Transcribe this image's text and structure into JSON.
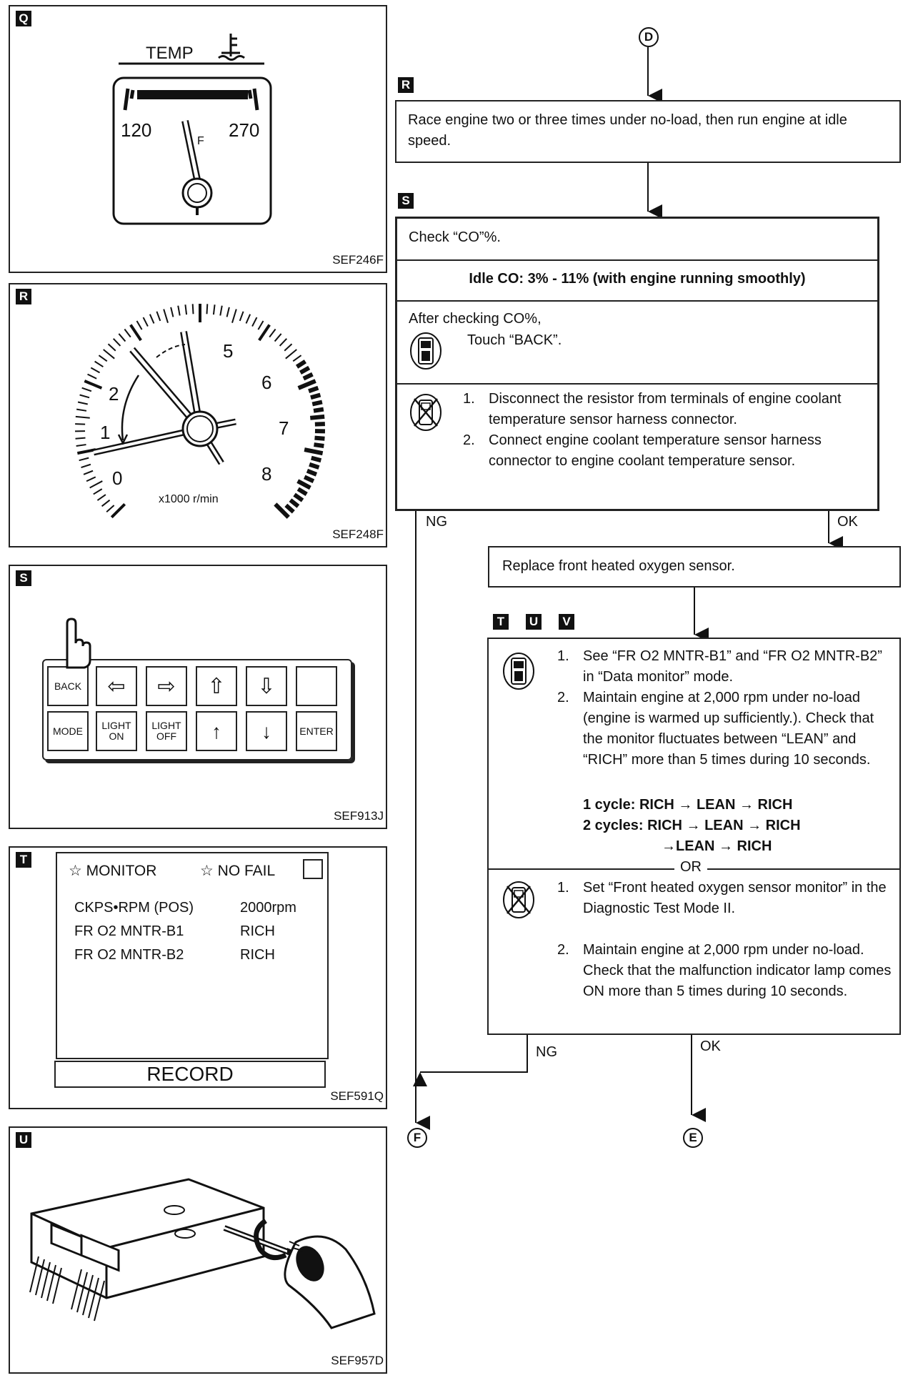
{
  "panels": {
    "q": {
      "tag": "Q",
      "code": "SEF246F",
      "title": "TEMP",
      "low": "120",
      "high": "270",
      "marker": "F"
    },
    "r": {
      "tag": "R",
      "code": "SEF248F",
      "unit": "x1000 r/min",
      "ticks": [
        "0",
        "1",
        "2",
        "5",
        "6",
        "7",
        "8"
      ]
    },
    "s": {
      "tag": "S",
      "code": "SEF913J",
      "keys": {
        "back": "BACK",
        "mode": "MODE",
        "light_on": "LIGHT ON",
        "light_off": "LIGHT OFF",
        "enter": "ENTER"
      }
    },
    "t": {
      "tag": "T",
      "code": "SEF591Q",
      "monitor": "☆ MONITOR",
      "no_fail": "☆ NO FAIL",
      "rows": [
        {
          "name": "CKPS•RPM (POS)",
          "value": "2000rpm"
        },
        {
          "name": "FR O2 MNTR-B1",
          "value": "RICH"
        },
        {
          "name": "FR O2 MNTR-B2",
          "value": "RICH"
        }
      ],
      "record": "RECORD"
    },
    "u": {
      "tag": "U",
      "code": "SEF957D"
    }
  },
  "flow": {
    "start_node": "D",
    "step_r": {
      "tag": "R",
      "text": "Race engine two or three times under no-load, then run engine at idle speed."
    },
    "step_s": {
      "tag": "S",
      "check": "Check “CO”%.",
      "spec": "Idle CO: 3% - 11% (with engine running smoothly)",
      "after": "After checking CO%,",
      "touch": "Touch “BACK”.",
      "items": [
        {
          "n": "1.",
          "text": "Disconnect the resistor from terminals of engine coolant temperature sensor harness connector."
        },
        {
          "n": "2.",
          "text": "Connect engine coolant temperature sensor harness connector to engine coolant temperature sensor."
        }
      ]
    },
    "ng": "NG",
    "ok": "OK",
    "replace": "Replace front heated oxygen sensor.",
    "tags_tuv": [
      "T",
      "U",
      "V"
    ],
    "check_a": [
      {
        "n": "1.",
        "text": "See “FR O2 MNTR-B1” and “FR O2 MNTR-B2” in “Data monitor” mode."
      },
      {
        "n": "2.",
        "text": "Maintain engine at 2,000 rpm under no-load (engine is warmed up sufficiently.). Check that the monitor fluctuates between “LEAN” and “RICH” more than 5 times during 10 seconds."
      }
    ],
    "cycle1": "1 cycle: RICH → LEAN → RICH",
    "cycle2a": "2 cycles: RICH → LEAN → RICH",
    "cycle2b": "→LEAN → RICH",
    "or": "OR",
    "check_b": [
      {
        "n": "1.",
        "text": "Set “Front heated oxygen sensor monitor” in the Diagnostic Test Mode II."
      },
      {
        "n": "2.",
        "text": "Maintain engine at 2,000 rpm under no-load. Check that the malfunction indicator lamp comes ON more than 5 times during 10 seconds."
      }
    ],
    "end_f": "F",
    "end_e": "E"
  }
}
